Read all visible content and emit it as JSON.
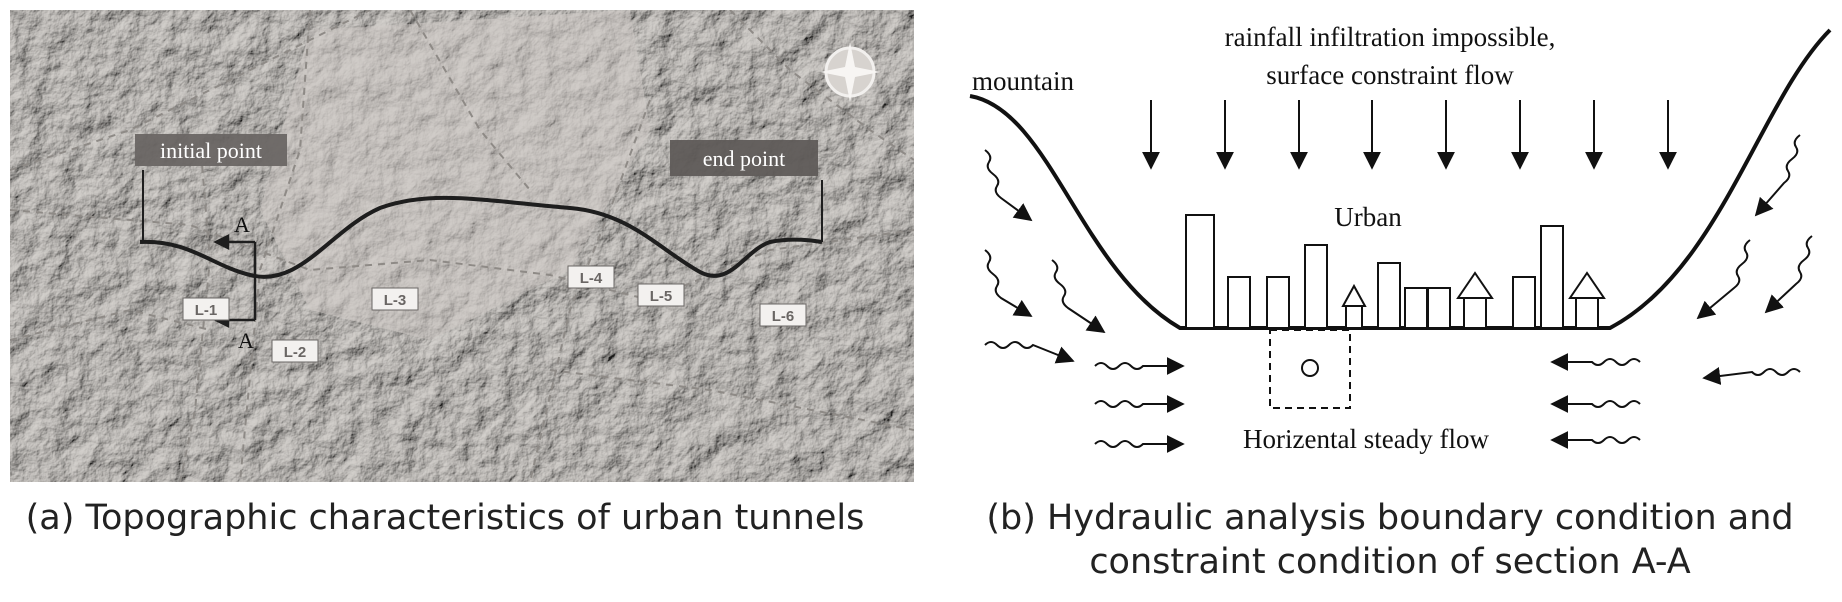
{
  "panel_a": {
    "caption": "(a) Topographic characteristics of urban tunnels",
    "labels": {
      "initial_point": "initial point",
      "end_point": "end point",
      "section_top": "A",
      "section_bottom": "A"
    },
    "segments": [
      "L-1",
      "L-2",
      "L-3",
      "L-4",
      "L-5",
      "L-6"
    ],
    "colors": {
      "terrain": "#b9b6b2",
      "route": "#1e1e1e",
      "label_box": "#6a6664"
    }
  },
  "panel_b": {
    "caption_line1": "(b) Hydraulic analysis boundary condition and",
    "caption_line2": "constraint condition of section A-A",
    "labels": {
      "rainfall_line1": "rainfall infiltration impossible,",
      "rainfall_line2": "surface constraint flow",
      "mountain": "mountain",
      "urban": "Urban",
      "horizontal_flow": "Horizental steady flow"
    }
  }
}
